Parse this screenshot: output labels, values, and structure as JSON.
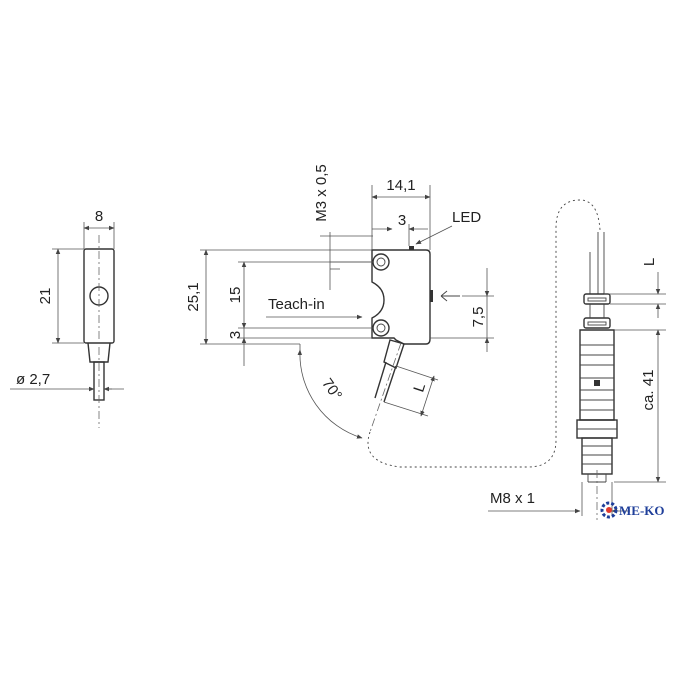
{
  "side_view": {
    "width": "8",
    "height": "21",
    "cable_diameter": "ø 2,7"
  },
  "front_view": {
    "thread": "M3 x 0,5",
    "length": "14,1",
    "offset": "3",
    "led_label": "LED",
    "total_height": "25,1",
    "hole_spacing": "15",
    "bottom_offset": "3",
    "teach_label": "Teach-in",
    "optical_axis": "7,5",
    "angle": "70°",
    "cable_length_front": "L"
  },
  "connector_view": {
    "cable_length": "L",
    "connector_length": "ca. 41",
    "thread": "M8 x 1"
  },
  "logo": {
    "text": "ME-KO",
    "color": "#1f3f9a",
    "accent": "#e23a2e"
  }
}
